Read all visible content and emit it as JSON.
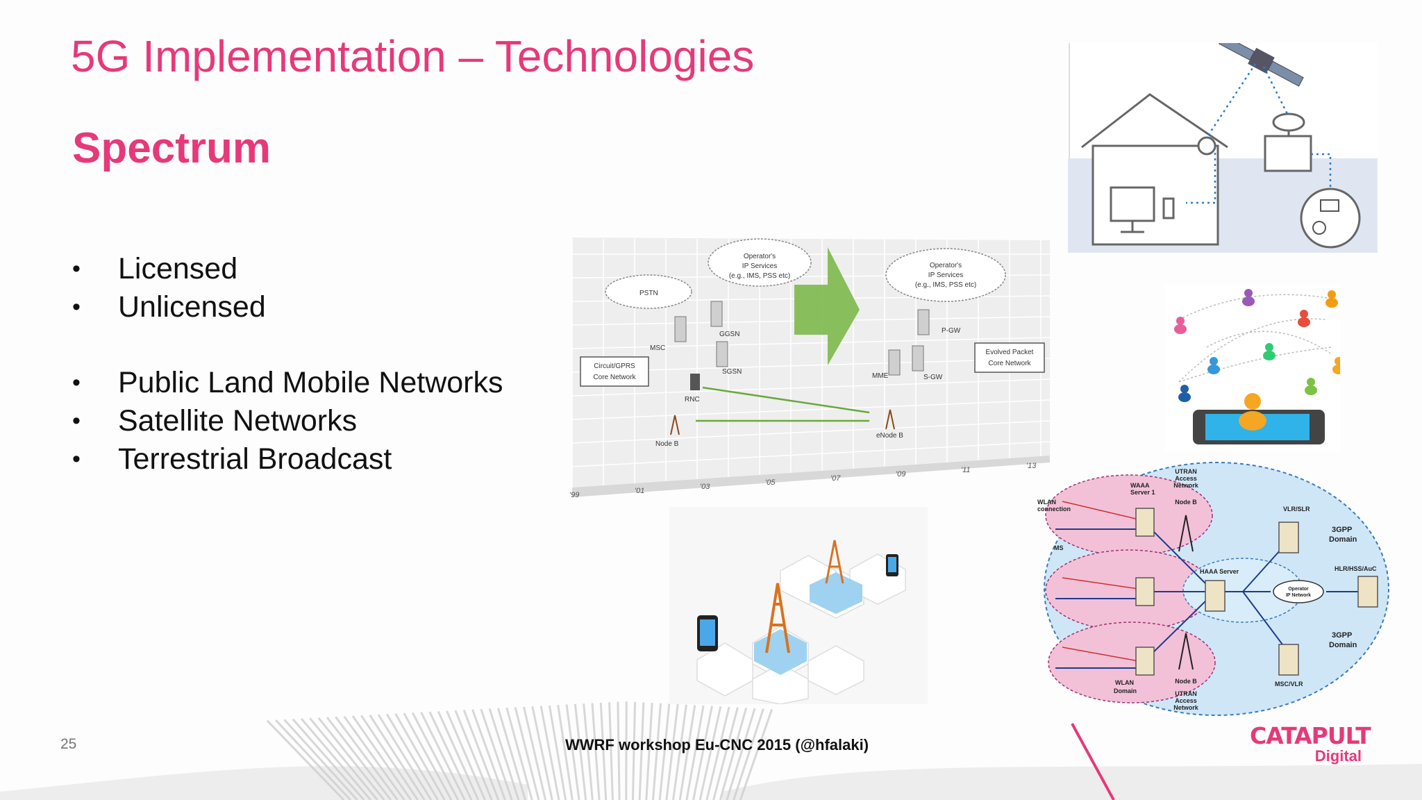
{
  "slide": {
    "title": "5G Implementation – Technologies",
    "subtitle": "Spectrum",
    "bullets_group1": [
      "Licensed",
      "Unlicensed"
    ],
    "bullets_group2": [
      "Public Land Mobile Networks",
      "Satellite Networks",
      "Terrestrial Broadcast"
    ],
    "page_number": "25",
    "footer": "WWRF workshop Eu-CNC 2015 (@hfalaki)",
    "logo_line1": "CATAPULT",
    "logo_line2": "Digital",
    "accent_color": "#e6397a"
  },
  "evolution_diagram": {
    "pstn": "PSTN",
    "operator_cloud_left": [
      "Operator's",
      "IP Services",
      "(e.g., IMS, PSS etc)"
    ],
    "operator_cloud_right": [
      "Operator's",
      "IP Services",
      "(e.g., IMS, PSS etc)"
    ],
    "msc": "MSC",
    "ggsn": "GGSN",
    "sgsn": "SGSN",
    "rnc": "RNC",
    "node_b": "Node B",
    "pgw": "P-GW",
    "mme": "MME",
    "sgw": "S-GW",
    "enode_b": "eNode B",
    "circuit_box": [
      "Circuit/GPRS",
      "Core Network"
    ],
    "evolved_box": [
      "Evolved Packet",
      "Core Network"
    ],
    "years": [
      "'99",
      "'01",
      "'03",
      "'05",
      "'07",
      "'09",
      "'11",
      "'13"
    ]
  },
  "network_diagram": {
    "utran_top": [
      "UTRAN",
      "Access",
      "Network"
    ],
    "node_b_top": "Node B",
    "wlan_conn": [
      "WLAN",
      "connection"
    ],
    "ms": "MS",
    "waaa_server": [
      "WAAA",
      "Server 1"
    ],
    "vlr_slr": "VLR/SLR",
    "domain_3gpp": [
      "3GPP",
      "Domain"
    ],
    "hlr": "HLR/HSS/AuC",
    "haaa_server": "HAAA Server",
    "operator_ip": [
      "Operator",
      "IP Network"
    ],
    "msc_vlr": "MSC/VLR",
    "wlan_domain": [
      "WLAN",
      "Domain"
    ],
    "node_b_bottom": "Node B",
    "utran_bottom": [
      "UTRAN",
      "Access",
      "Network"
    ]
  }
}
